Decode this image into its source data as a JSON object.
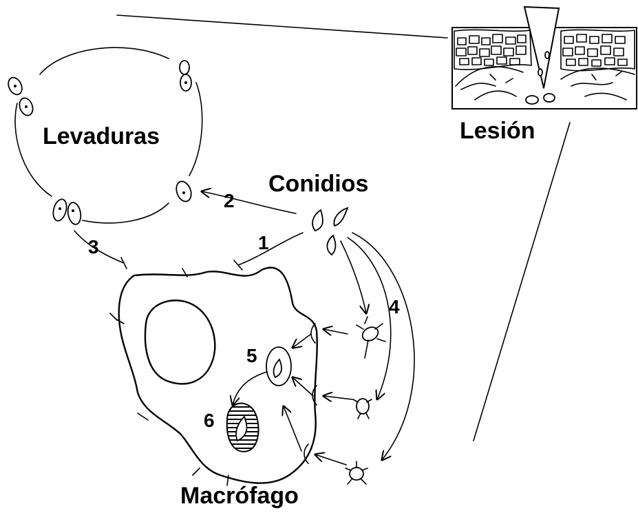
{
  "labels": {
    "levaduras": "Levaduras",
    "conidios": "Conidios",
    "lesion": "Lesión",
    "macrofago": "Macrófago"
  },
  "steps": {
    "s1": "1",
    "s2": "2",
    "s3": "3",
    "s4": "4",
    "s5": "5",
    "s6": "6"
  }
}
